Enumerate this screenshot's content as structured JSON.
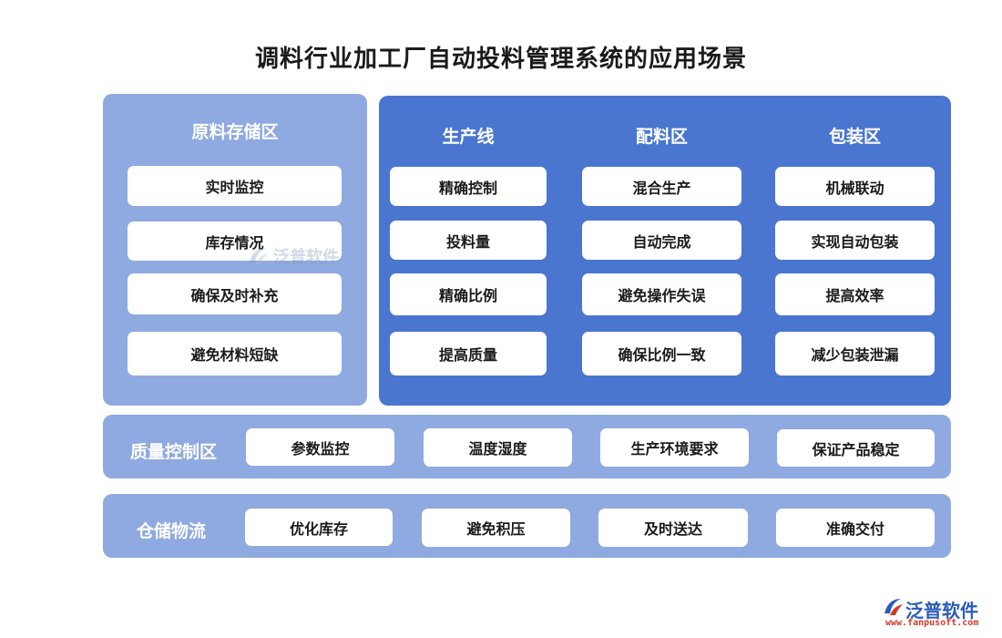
{
  "title": "调料行业加工厂自动投料管理系统的应用场景",
  "raw_storage": {
    "heading": "原料存储区",
    "items": [
      "实时监控",
      "库存情况",
      "确保及时补充",
      "避免材料短缺"
    ]
  },
  "production_line": {
    "heading": "生产线",
    "items": [
      "精确控制",
      "投料量",
      "精确比例",
      "提高质量"
    ]
  },
  "batching": {
    "heading": "配料区",
    "items": [
      "混合生产",
      "自动完成",
      "避免操作失误",
      "确保比例一致"
    ]
  },
  "packaging": {
    "heading": "包装区",
    "items": [
      "机械联动",
      "实现自动包装",
      "提高效率",
      "减少包装泄漏"
    ]
  },
  "quality": {
    "label": "质量控制区",
    "items": [
      "参数监控",
      "温度湿度",
      "生产环境要求",
      "保证产品稳定"
    ]
  },
  "logistics": {
    "label": "仓储物流",
    "items": [
      "优化库存",
      "避免积压",
      "及时送达",
      "准确交付"
    ]
  },
  "watermark": "泛普软件",
  "logo": {
    "name": "泛普软件",
    "url": "www.fanpusoft.com"
  },
  "colors": {
    "light_panel": "#8faae0",
    "dark_panel": "#4a76cf",
    "logo_blue": "#2a5cb8",
    "logo_red": "#d03a2a"
  }
}
